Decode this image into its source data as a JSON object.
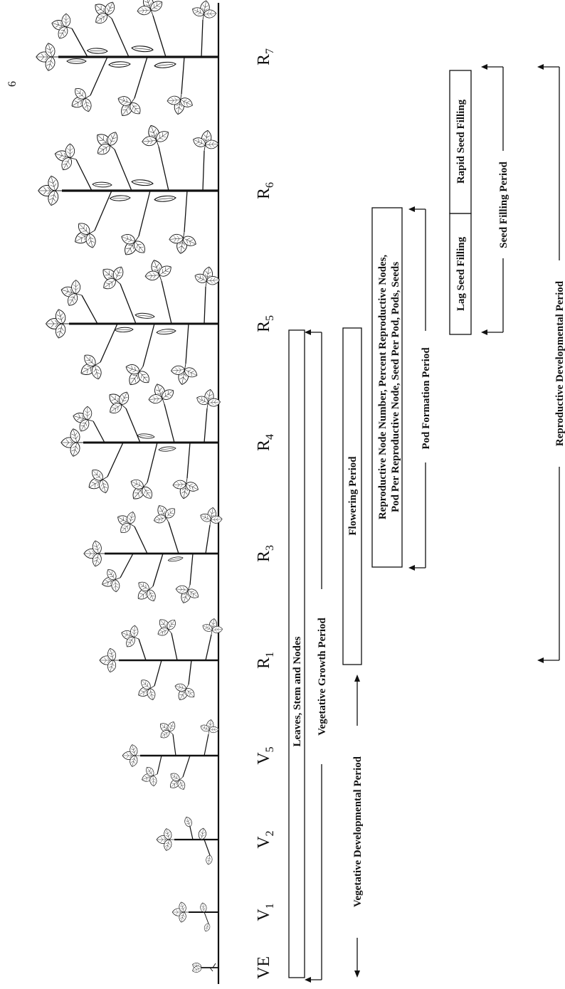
{
  "page_number": "6",
  "stages": [
    {
      "main": "VE",
      "sub": ""
    },
    {
      "main": "V",
      "sub": "1"
    },
    {
      "main": "V",
      "sub": "2"
    },
    {
      "main": "V",
      "sub": "5"
    },
    {
      "main": "R",
      "sub": "1"
    },
    {
      "main": "R",
      "sub": "3"
    },
    {
      "main": "R",
      "sub": "4"
    },
    {
      "main": "R",
      "sub": "5"
    },
    {
      "main": "R",
      "sub": "6"
    },
    {
      "main": "R",
      "sub": "7"
    }
  ],
  "boxes": {
    "leaves_stem_nodes": "Leaves, Stem and Nodes",
    "flowering": "Flowering Period",
    "reproductive_line1": "Reproductive Node Number, Percent Reproductive Nodes,",
    "reproductive_line2": "Pod Per Reproductive Node, Seed Per Pod, Pods, Seeds",
    "lag_seed": "Lag Seed Filling",
    "rapid_seed": "Rapid Seed Filling"
  },
  "periods": {
    "vegetative_growth": "Vegetative Growth Period",
    "vegetative_developmental": "Vegetative Developmental Period",
    "pod_formation": "Pod Formation Period",
    "seed_filling": "Seed Filling Period",
    "reproductive_developmental": "Reproductive Developmental Period"
  },
  "colors": {
    "ink": "#111111",
    "background": "#ffffff"
  }
}
